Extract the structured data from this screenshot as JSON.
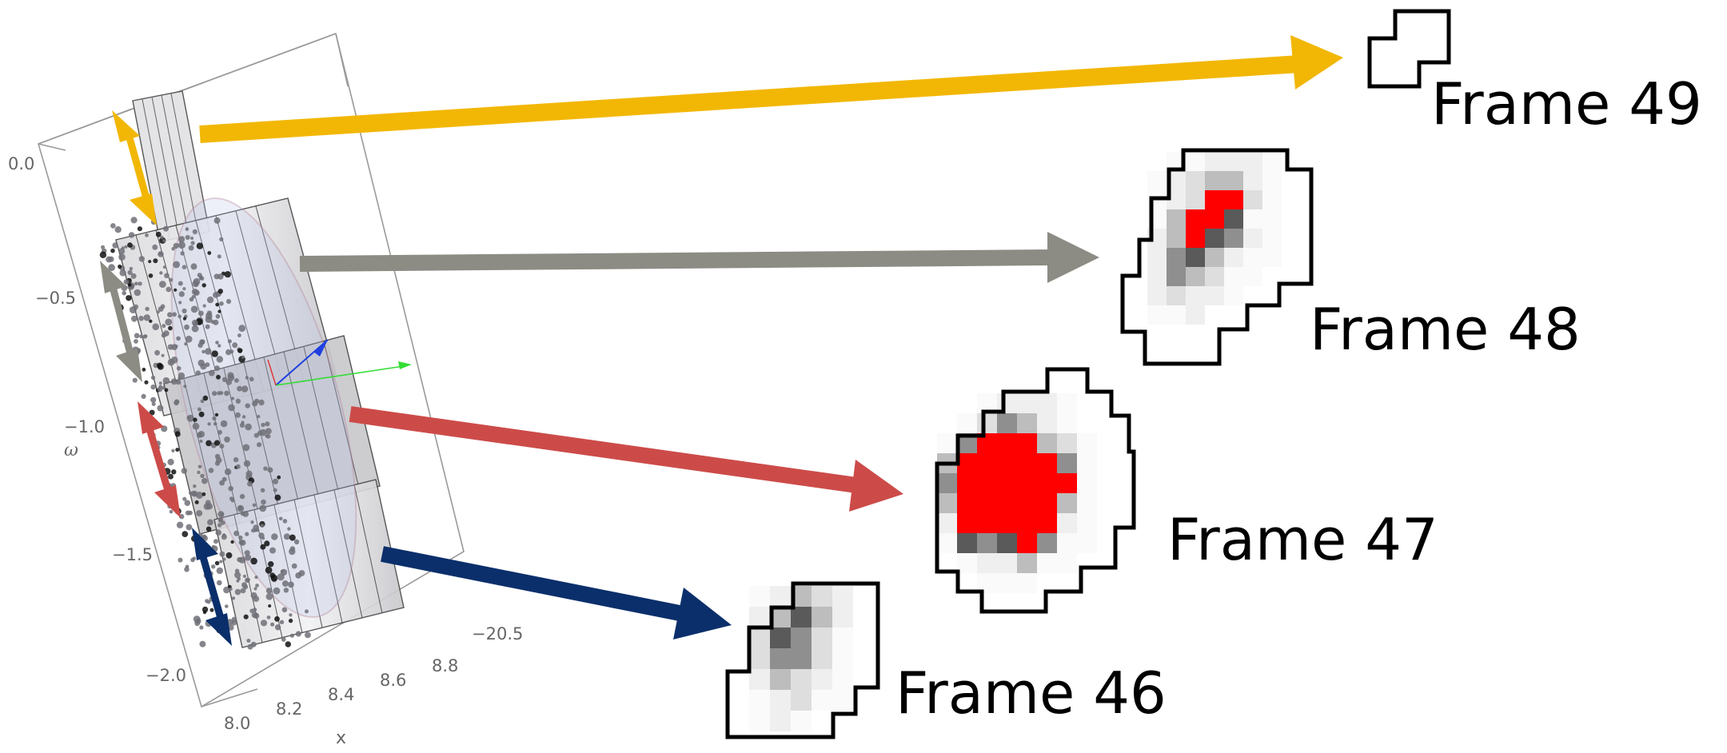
{
  "plot3d": {
    "omega_axis_label": "ω",
    "x_axis_label": "x",
    "omega_ticks": [
      "0.0",
      "−0.5",
      "−1.0",
      "−1.5",
      "−2.0"
    ],
    "x_ticks": [
      "8.0",
      "8.2",
      "8.4",
      "8.6",
      "8.8"
    ],
    "depth_tick": "−20.5"
  },
  "frames": [
    {
      "label": "Frame 49",
      "arrow_color": "#F2B705"
    },
    {
      "label": "Frame 48",
      "arrow_color": "#8C8C84"
    },
    {
      "label": "Frame 47",
      "arrow_color": "#CC4B49"
    },
    {
      "label": "Frame 46",
      "arrow_color": "#0B2F6B"
    }
  ],
  "colors": {
    "highlight": "#FF0000",
    "outline": "#000000",
    "bracket_yellow": "#F2B705",
    "bracket_gray": "#8C8C84",
    "bracket_red": "#CC4B49",
    "bracket_blue": "#0B2F6B"
  }
}
